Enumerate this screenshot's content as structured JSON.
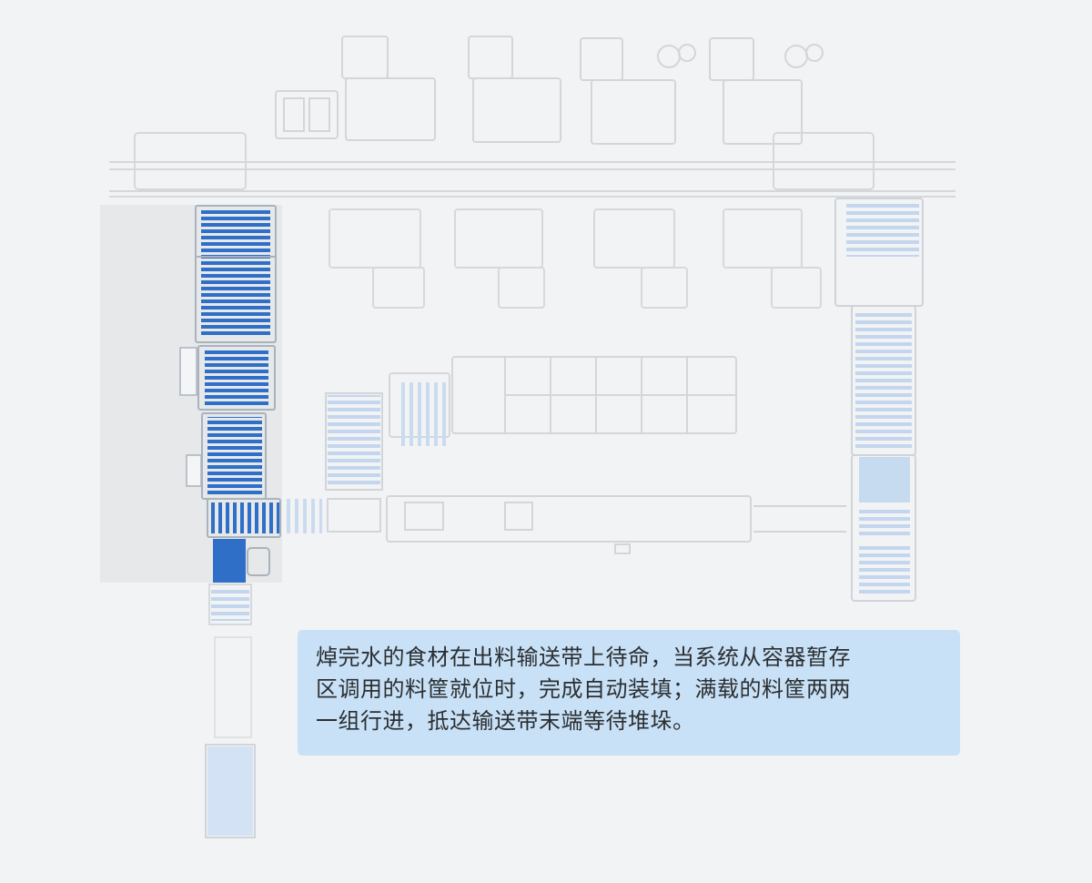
{
  "caption": {
    "line1": "焯完水的食材在出料输送带上待命，当系统从容器暂存",
    "line2": "区调用的料筐就位时，完成自动装填；满载的料筐两两",
    "line3": "一组行进，抵达输送带末端等待堆垛。"
  },
  "colors": {
    "background": "#f2f3f4",
    "active_conveyor": "#2f6fc8",
    "faded_conveyor": "#b7cdea",
    "machinery_stroke": "#cfd3d7",
    "caption_box": "#c9e1f6",
    "caption_text": "#2b2f33"
  }
}
